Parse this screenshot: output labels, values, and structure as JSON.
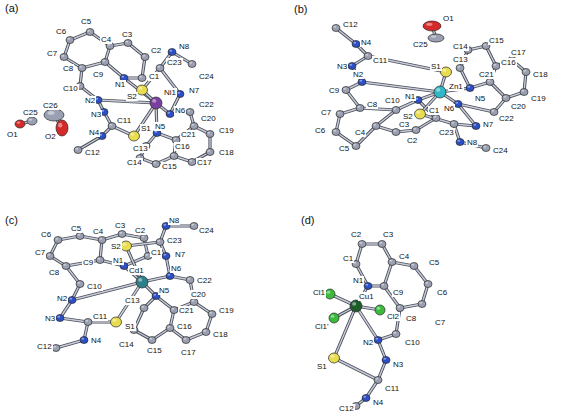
{
  "diagram": {
    "labels": [
      "(a)",
      "N1",
      "C1",
      "C2",
      "C3",
      "C4",
      "C5",
      "C6",
      "C7",
      "C8",
      "C9",
      "C10",
      "N2",
      "N3",
      "C11",
      "S1",
      "N4",
      "C12",
      "Ni1",
      "N5",
      "C13",
      "C14",
      "C15",
      "C16",
      "C17",
      "C18",
      "C19",
      "C20",
      "C21",
      "C22",
      "N6",
      "N7",
      "C23",
      "S2",
      "N8",
      "C24",
      "O1",
      "C25",
      "O2",
      "C26",
      "(b)",
      "N1",
      "C1",
      "C2",
      "C3",
      "C4",
      "C5",
      "C6",
      "C7",
      "C8",
      "C10",
      "C9",
      "N2",
      "N3",
      "C11",
      "S1",
      "N4",
      "C12",
      "Zn1",
      "N5",
      "C13",
      "C14",
      "C15",
      "C16",
      "C17",
      "C18",
      "C19",
      "C20",
      "C21",
      "C22",
      "N6",
      "N7",
      "C23",
      "S2",
      "N8",
      "C24",
      "O1",
      "C25",
      "(c)",
      "N1",
      "C1",
      "C2",
      "C3",
      "C4",
      "C5",
      "C6",
      "C7",
      "C8",
      "C9",
      "C10",
      "N2",
      "N3",
      "C11",
      "S1",
      "N4",
      "C12",
      "Cd1",
      "N5",
      "C13",
      "C14",
      "C15",
      "C16",
      "C17",
      "C18",
      "C19",
      "C20",
      "C21",
      "C22",
      "N6",
      "N7",
      "C23",
      "S2",
      "N8",
      "C24",
      "(d)",
      "N1",
      "C1",
      "C2",
      "C3",
      "C4",
      "C5",
      "C6",
      "C7",
      "C8",
      "C9",
      "C10",
      "N2",
      "N3",
      "C11",
      "S1",
      "N4",
      "C12",
      "Cu1",
      "Cl1",
      "Cl2",
      "Cl1'"
    ]
  }
}
